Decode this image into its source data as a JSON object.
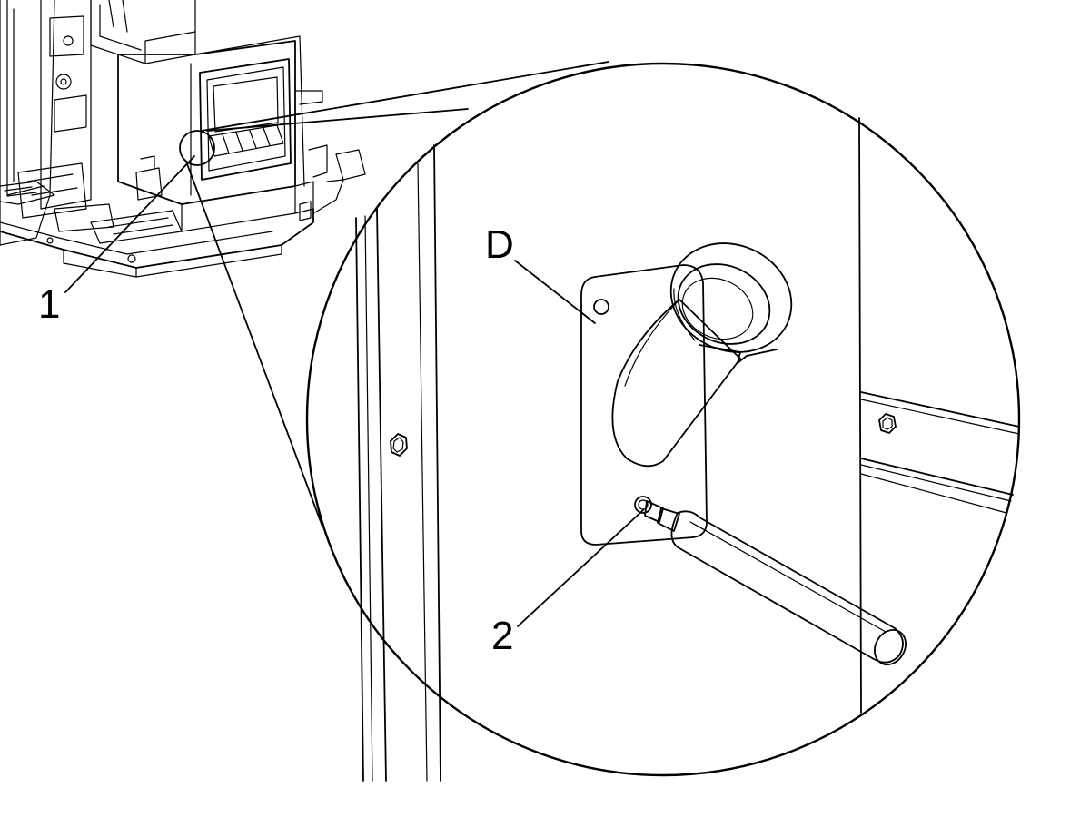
{
  "callouts": {
    "item1": "1",
    "item2": "2",
    "itemD": "D"
  },
  "colors": {
    "line": "#000000",
    "part_gray": "#9a9a9a",
    "part_dark": "#555555",
    "machine_light": "#e8e8e8",
    "background": "#ffffff"
  }
}
